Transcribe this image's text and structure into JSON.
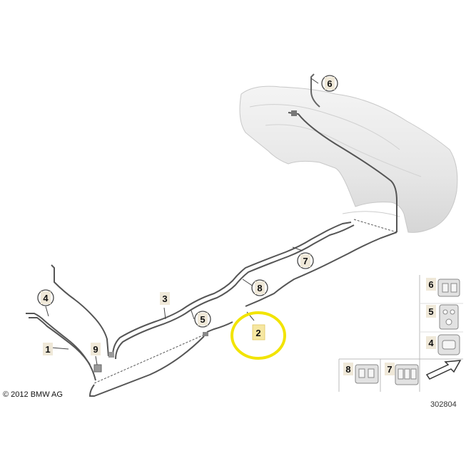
{
  "copyright": "© 2012 BMW AG",
  "diagram_number": "302804",
  "callouts": {
    "c6": "6",
    "c7": "7",
    "c8": "8",
    "c3": "3",
    "c5": "5",
    "c4": "4",
    "c1": "1",
    "c9": "9",
    "c2": "2"
  },
  "legend": {
    "l6": "6",
    "l5": "5",
    "l4": "4",
    "l8": "8",
    "l7": "7"
  },
  "colors": {
    "highlight_ring": "#f2e400",
    "highlight_box": "#f6e7a2",
    "label_box": "#efe8d8",
    "line": "#555555"
  }
}
